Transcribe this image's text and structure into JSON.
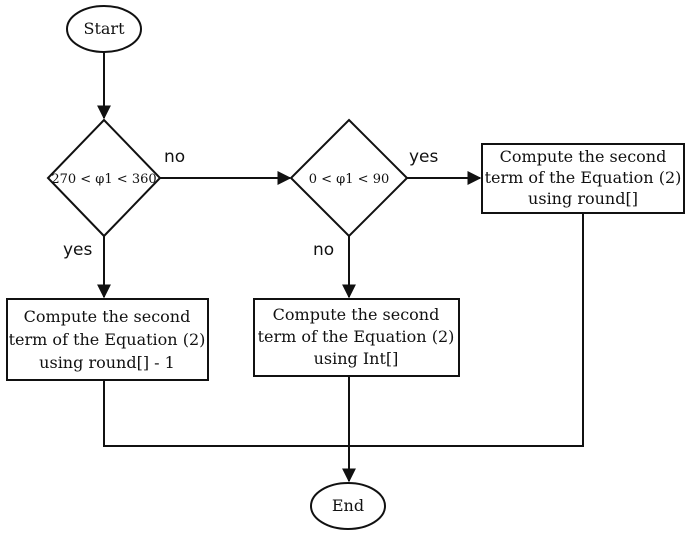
{
  "nodes": {
    "start": "Start",
    "end": "End",
    "decision1": "270 < φ1 < 360",
    "decision2": "0 < φ1 < 90",
    "box_right": [
      "Compute the second",
      "term of the Equation (2)",
      "using round[]"
    ],
    "box_left": [
      "Compute the second",
      "term of the Equation (2)",
      "using round[] - 1"
    ],
    "box_middle": [
      "Compute the second",
      "term of the Equation (2)",
      "using Int[]"
    ]
  },
  "edges": {
    "d1_no": "no",
    "d1_yes": "yes",
    "d2_yes": "yes",
    "d2_no": "no"
  }
}
